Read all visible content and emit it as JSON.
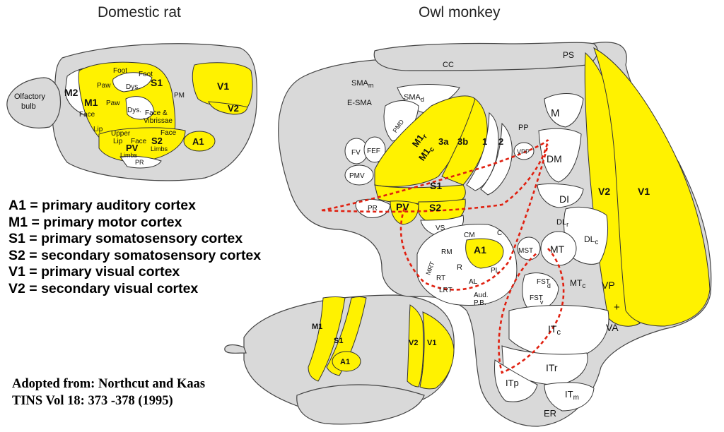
{
  "titles": {
    "rat": "Domestic rat",
    "monkey": "Owl monkey"
  },
  "legend": [
    "A1 = primary auditory cortex",
    "M1 = primary motor cortex",
    "S1 = primary somatosensory cortex",
    "S2 = secondary somatosensory cortex",
    "V1 = primary visual cortex",
    "V2 = secondary visual cortex"
  ],
  "credit": {
    "line1": "Adopted from: Northcut and Kaas",
    "line2": "TINS Vol 18: 373 -378 (1995)"
  },
  "colors": {
    "highlight": "#fff200",
    "cortex": "#d9d9d9",
    "pathway": "#e02010"
  },
  "rat_labels": {
    "olfactory": "Olfactory",
    "bulb": "bulb",
    "m2": "M2",
    "m1": "M1",
    "foot1": "Foot",
    "foot2": "Foot",
    "paw1": "Paw",
    "paw2": "Paw",
    "dys1": "Dys.",
    "dys2": "Dys.",
    "s1": "S1",
    "face": "Face",
    "lip": "Lip",
    "face_vib": "Face &",
    "vibrissae": "Vibrissae",
    "upper": "Upper",
    "lip2": "Lip",
    "face2": "Face",
    "face3": "Face",
    "pm": "PM",
    "pv": "PV",
    "s2": "S2",
    "limbs1": "Limbs",
    "limbs2": "Limbs",
    "pr": "PR",
    "v1": "V1",
    "v2": "V2",
    "a1": "A1"
  },
  "small_brain_labels": {
    "m1": "M1",
    "s1": "S1",
    "a1": "A1",
    "v2": "V2",
    "v1": "V1"
  },
  "monkey_labels": {
    "cc": "CC",
    "ps": "PS",
    "sma": "SMA",
    "sma_m": "m",
    "e_sma": "E-SMA",
    "sma2": "SMA",
    "sma_d": "d",
    "pmd": "PMD",
    "m1r": "M1",
    "m1r_sub": "r",
    "m1c": "M1",
    "m1c_sub": "c",
    "a3a": "3a",
    "a3b": "3b",
    "a1num": "1",
    "a2num": "2",
    "fv": "FV",
    "fef": "FEF",
    "pmv": "PMV",
    "s1": "S1",
    "pr": "PR",
    "pv": "PV",
    "s2": "S2",
    "vs": "VS",
    "pp": "PP",
    "vpp": "VPP",
    "m": "M",
    "dm": "DM",
    "di": "DI",
    "v2": "V2",
    "v1": "V1",
    "dl": "DL",
    "dl_r": "r",
    "dl2": "DL",
    "dl_c": "c",
    "mst": "MST",
    "mt": "MT",
    "cm": "CM",
    "c": "C",
    "rm": "RM",
    "a1": "A1",
    "r": "R",
    "pl": "PL",
    "mrt": "MRT",
    "rt": "RT",
    "al": "AL",
    "lrt": "LRT",
    "aud": "Aud.",
    "pb": "P.B.",
    "fst": "FST",
    "fst_d": "d",
    "fst2": "FST",
    "fst_v": "v",
    "mtc": "MT",
    "mtc_sub": "c",
    "vp": "VP",
    "plus": "+",
    "va": "VA",
    "itc": "IT",
    "itc_sub": "c",
    "itr": "ITr",
    "itp": "ITp",
    "itm": "IT",
    "itm_sub": "m",
    "er": "ER"
  }
}
